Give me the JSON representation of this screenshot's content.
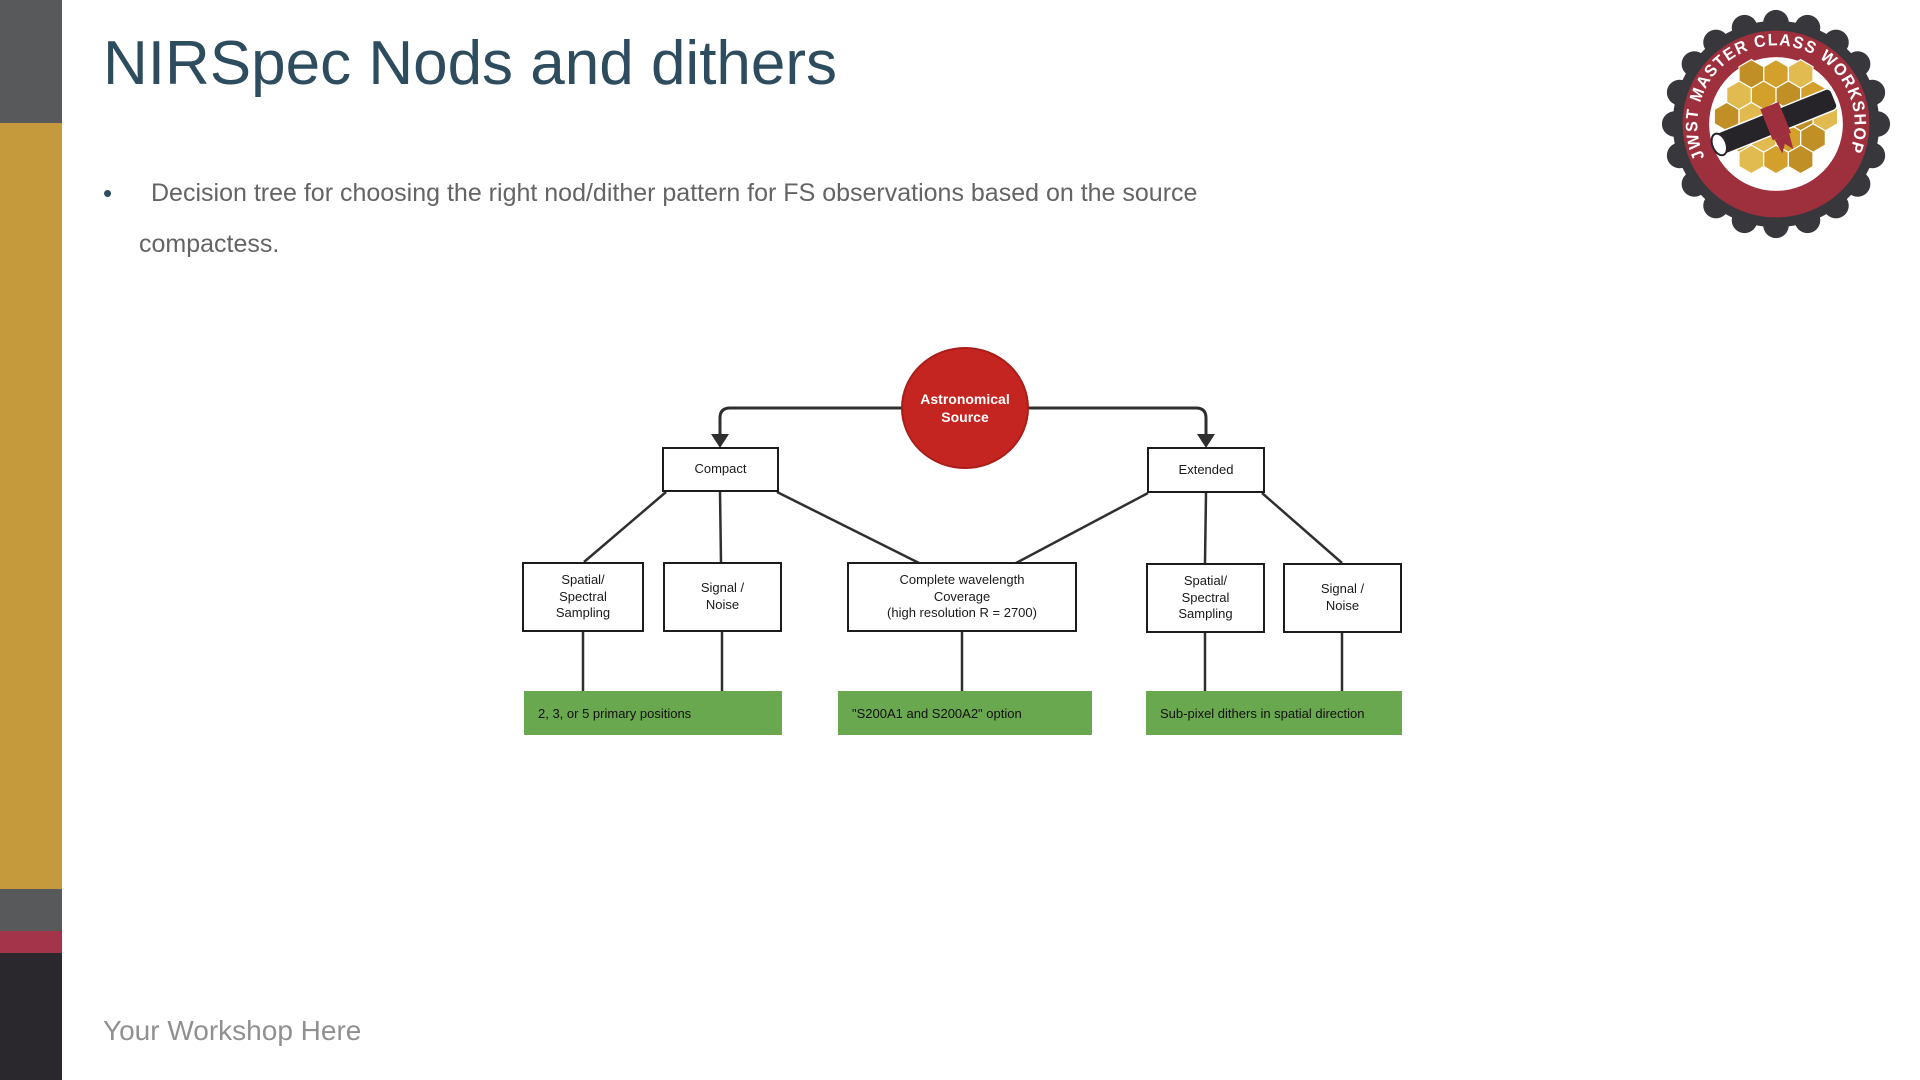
{
  "slide": {
    "title": "NIRSpec Nods and dithers",
    "bullet": {
      "line1": "Decision tree for choosing the right nod/dither pattern for FS observations based on the source",
      "line2": "compactess."
    },
    "footer": "Your Workshop Here"
  },
  "logo": {
    "ring_text": "JWST MASTER CLASS WORKSHOP"
  },
  "diagram": {
    "root": {
      "line1": "Astronomical",
      "line2": "Source"
    },
    "level1": [
      {
        "label": "Compact"
      },
      {
        "label": "Extended"
      }
    ],
    "level2": [
      {
        "lines": [
          "Spatial/",
          "Spectral",
          "Sampling"
        ]
      },
      {
        "lines": [
          "Signal /",
          "Noise"
        ]
      },
      {
        "lines": [
          "Complete wavelength",
          "Coverage",
          "(high resolution R = 2700)"
        ]
      },
      {
        "lines": [
          "Spatial/",
          "Spectral",
          "Sampling"
        ]
      },
      {
        "lines": [
          "Signal /",
          "Noise"
        ]
      }
    ],
    "outcomes": [
      {
        "label": "2, 3, or 5 primary positions"
      },
      {
        "label": "\"S200A1 and S200A2\" option"
      },
      {
        "label": "Sub-pixel dithers in spatial direction"
      }
    ]
  },
  "colors": {
    "title_text": "#2d4c5e",
    "body_text": "#646464",
    "footer_text": "#8f9091",
    "sidebar_gray": "#58595b",
    "sidebar_gold": "#c49a3c",
    "sidebar_red": "#a3344a",
    "sidebar_dark": "#2a282d",
    "source_circle": "#c42521",
    "outcome_green": "#6aa84f",
    "diagram_line": "#2f2f2f",
    "badge_ring": "#9e303e",
    "badge_outer": "#38373c",
    "badge_hex_gold": "#d3a02c"
  }
}
